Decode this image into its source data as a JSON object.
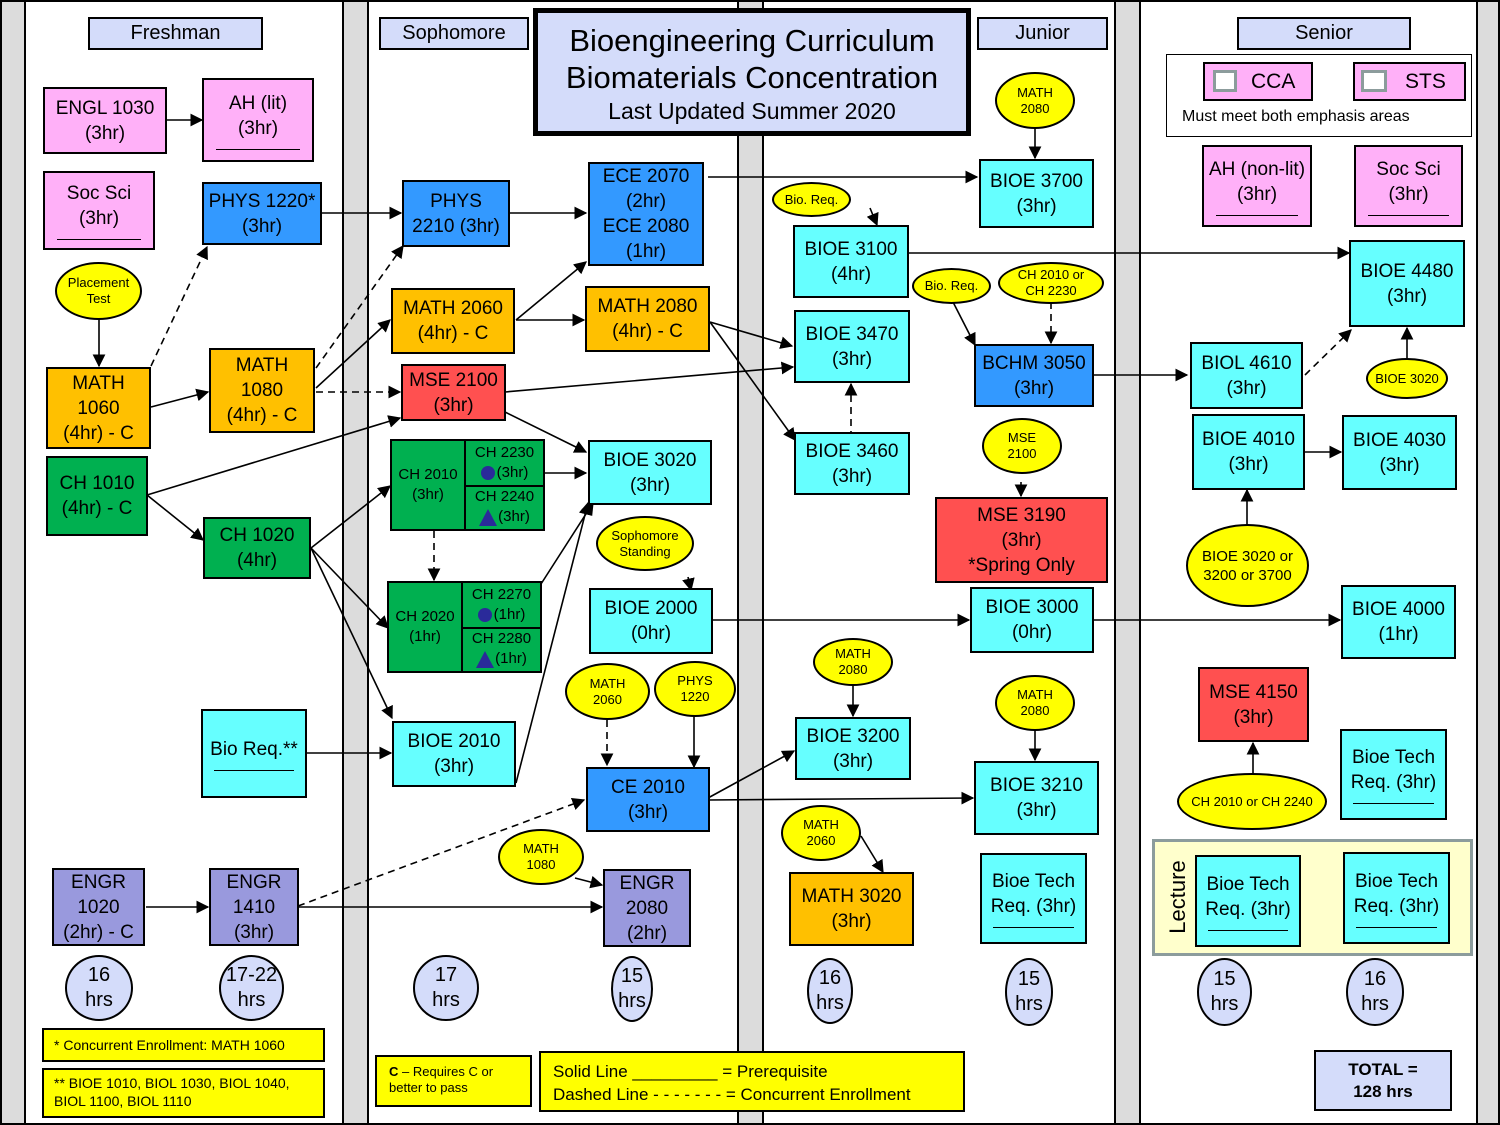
{
  "title": {
    "line1": "Bioengineering Curriculum",
    "line2": "Biomaterials Concentration",
    "line3": "Last Updated Summer 2020"
  },
  "columns": {
    "freshman": "Freshman",
    "sophomore": "Sophomore",
    "junior": "Junior",
    "senior": "Senior"
  },
  "emphasis": {
    "cca": "CCA",
    "sts": "STS",
    "note": "Must meet both emphasis areas"
  },
  "courses": {
    "engl1030": [
      "ENGL 1030",
      "(3hr)"
    ],
    "ah_lit": [
      "AH (lit)",
      "(3hr)"
    ],
    "socsci_fr": [
      "Soc Sci",
      "(3hr)"
    ],
    "phys1220": [
      "PHYS 1220*",
      "(3hr)"
    ],
    "math1060": [
      "MATH",
      "1060",
      "(4hr) - C"
    ],
    "math1080": [
      "MATH",
      "1080",
      "(4hr) - C"
    ],
    "ch1010": [
      "CH 1010",
      "(4hr) - C"
    ],
    "ch1020": [
      "CH 1020",
      "(4hr)"
    ],
    "bioreq": [
      "Bio Req.**"
    ],
    "engr1020": [
      "ENGR",
      "1020",
      "(2hr) - C"
    ],
    "engr1410": [
      "ENGR",
      "1410",
      "(3hr)"
    ],
    "phys2210": [
      "PHYS",
      "2210 (3hr)"
    ],
    "ece": [
      "ECE 2070",
      "(2hr)",
      "ECE 2080",
      "(1hr)"
    ],
    "math2060": [
      "MATH 2060",
      "(4hr) - C"
    ],
    "math2080": [
      "MATH 2080",
      "(4hr) - C"
    ],
    "mse2100": [
      "MSE 2100",
      "(3hr)"
    ],
    "ch2010": [
      "CH 2010",
      "(3hr)"
    ],
    "ch2230": [
      "CH 2230",
      "(3hr)"
    ],
    "ch2240": [
      "CH 2240",
      "(3hr)"
    ],
    "ch2020": [
      "CH 2020",
      "(1hr)"
    ],
    "ch2270": [
      "CH 2270",
      "(1hr)"
    ],
    "ch2280": [
      "CH 2280",
      "(1hr)"
    ],
    "bioe3020": [
      "BIOE 3020",
      "(3hr)"
    ],
    "bioe2000": [
      "BIOE 2000",
      "(0hr)"
    ],
    "bioe2010": [
      "BIOE 2010",
      "(3hr)"
    ],
    "ce2010": [
      "CE 2010",
      "(3hr)"
    ],
    "engr2080": [
      "ENGR",
      "2080",
      "(2hr)"
    ],
    "bioe3700": [
      "BIOE 3700",
      "(3hr)"
    ],
    "bioe3100": [
      "BIOE 3100",
      "(4hr)"
    ],
    "bioe3470": [
      "BIOE 3470",
      "(3hr)"
    ],
    "bioe3460": [
      "BIOE 3460",
      "(3hr)"
    ],
    "bchm3050": [
      "BCHM 3050",
      "(3hr)"
    ],
    "mse3190": [
      "MSE 3190",
      "(3hr)",
      "*Spring Only"
    ],
    "bioe3000": [
      "BIOE 3000",
      "(0hr)"
    ],
    "bioe3200": [
      "BIOE 3200",
      "(3hr)"
    ],
    "bioe3210": [
      "BIOE 3210",
      "(3hr)"
    ],
    "math3020": [
      "MATH 3020",
      "(3hr)"
    ],
    "biotech_jr": [
      "Bioe Tech",
      "Req. (3hr)"
    ],
    "ah_nonlit": [
      "AH (non-lit)",
      "(3hr)"
    ],
    "socsci_sr": [
      "Soc Sci",
      "(3hr)"
    ],
    "bioe4480": [
      "BIOE 4480",
      "(3hr)"
    ],
    "biol4610": [
      "BIOL 4610",
      "(3hr)"
    ],
    "bioe4010": [
      "BIOE 4010",
      "(3hr)"
    ],
    "bioe4030": [
      "BIOE 4030",
      "(3hr)"
    ],
    "bioe4000": [
      "BIOE 4000",
      "(1hr)"
    ],
    "mse4150": [
      "MSE 4150",
      "(3hr)"
    ],
    "biotech_sr1": [
      "Bioe Tech",
      "Req. (3hr)"
    ],
    "biotech_sr2": [
      "Bioe Tech",
      "Req. (3hr)"
    ],
    "biotech_sr3": [
      "Bioe Tech",
      "Req. (3hr)"
    ]
  },
  "lecture_label": "Lecture",
  "ovals": {
    "placement": [
      "Placement",
      "Test"
    ],
    "math2080_a": [
      "MATH",
      "2080"
    ],
    "bioreq_a": [
      "Bio. Req."
    ],
    "bioreq_b": [
      "Bio. Req."
    ],
    "ch2010or2230": [
      "CH 2010 or",
      "CH 2230"
    ],
    "mse2100": [
      "MSE",
      "2100"
    ],
    "bioe3020": [
      "BIOE 3020"
    ],
    "bioe3020or": [
      "BIOE 3020 or",
      "3200 or 3700"
    ],
    "soph_standing": [
      "Sophomore",
      "Standing"
    ],
    "math2060_a": [
      "MATH",
      "2060"
    ],
    "phys1220": [
      "PHYS",
      "1220"
    ],
    "math1080": [
      "MATH",
      "1080"
    ],
    "math2080_b": [
      "MATH",
      "2080"
    ],
    "math2080_c": [
      "MATH",
      "2080"
    ],
    "math2060_b": [
      "MATH",
      "2060"
    ],
    "ch2010or2240": [
      "CH 2010 or CH 2240"
    ]
  },
  "semester_hours": [
    [
      "16",
      "hrs"
    ],
    [
      "17-22",
      "hrs"
    ],
    [
      "17",
      "hrs"
    ],
    [
      "15",
      "hrs"
    ],
    [
      "16",
      "hrs"
    ],
    [
      "15",
      "hrs"
    ],
    [
      "15",
      "hrs"
    ],
    [
      "16",
      "hrs"
    ]
  ],
  "notes": {
    "concurrent": "* Concurrent Enrollment: MATH 1060",
    "bioreq_1": "** BIOE 1010, BIOL 1030, BIOL 1040,",
    "bioreq_2": "BIOL 1100, BIOL 1110",
    "c_bold": "C",
    "c_rest_1": " – Requires C or",
    "c_rest_2": "better to pass",
    "legend_solid": "Solid Line _________ = Prerequisite",
    "legend_dashed": "Dashed Line - - - - - - - = Concurrent Enrollment",
    "total_1": "TOTAL =",
    "total_2": "128  hrs"
  },
  "colors": {
    "humanities": "#ffb0f8",
    "engineering_blue": "#3399ff",
    "bioe_cyan": "#66ffff",
    "math_orange": "#ffc000",
    "mse_red": "#ff5050",
    "chem_green": "#00b050",
    "engr_purple": "#9999dd",
    "prereq_yellow": "#ffff00",
    "header_lavender": "#d4dcfa"
  }
}
